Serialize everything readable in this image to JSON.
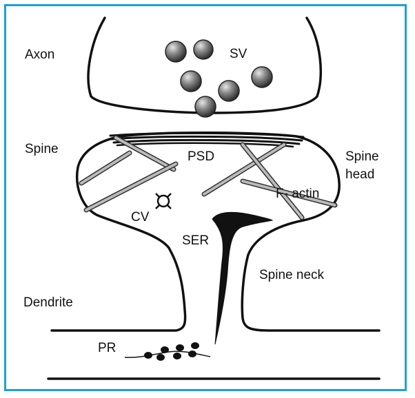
{
  "labels": {
    "axon": "Axon",
    "sv": "SV",
    "spine": "Spine",
    "psd": "PSD",
    "spine_head_1": "Spine",
    "spine_head_2": "head",
    "f_actin": "F- actin",
    "cv": "CV",
    "ser": "SER",
    "spine_neck": "Spine neck",
    "dendrite": "Dendrite",
    "pr": "PR"
  },
  "colors": {
    "frame_border": "#1aa0dc",
    "line": "#111111",
    "vesicle": "#555555",
    "actin_fill": "#aaaaaa"
  }
}
